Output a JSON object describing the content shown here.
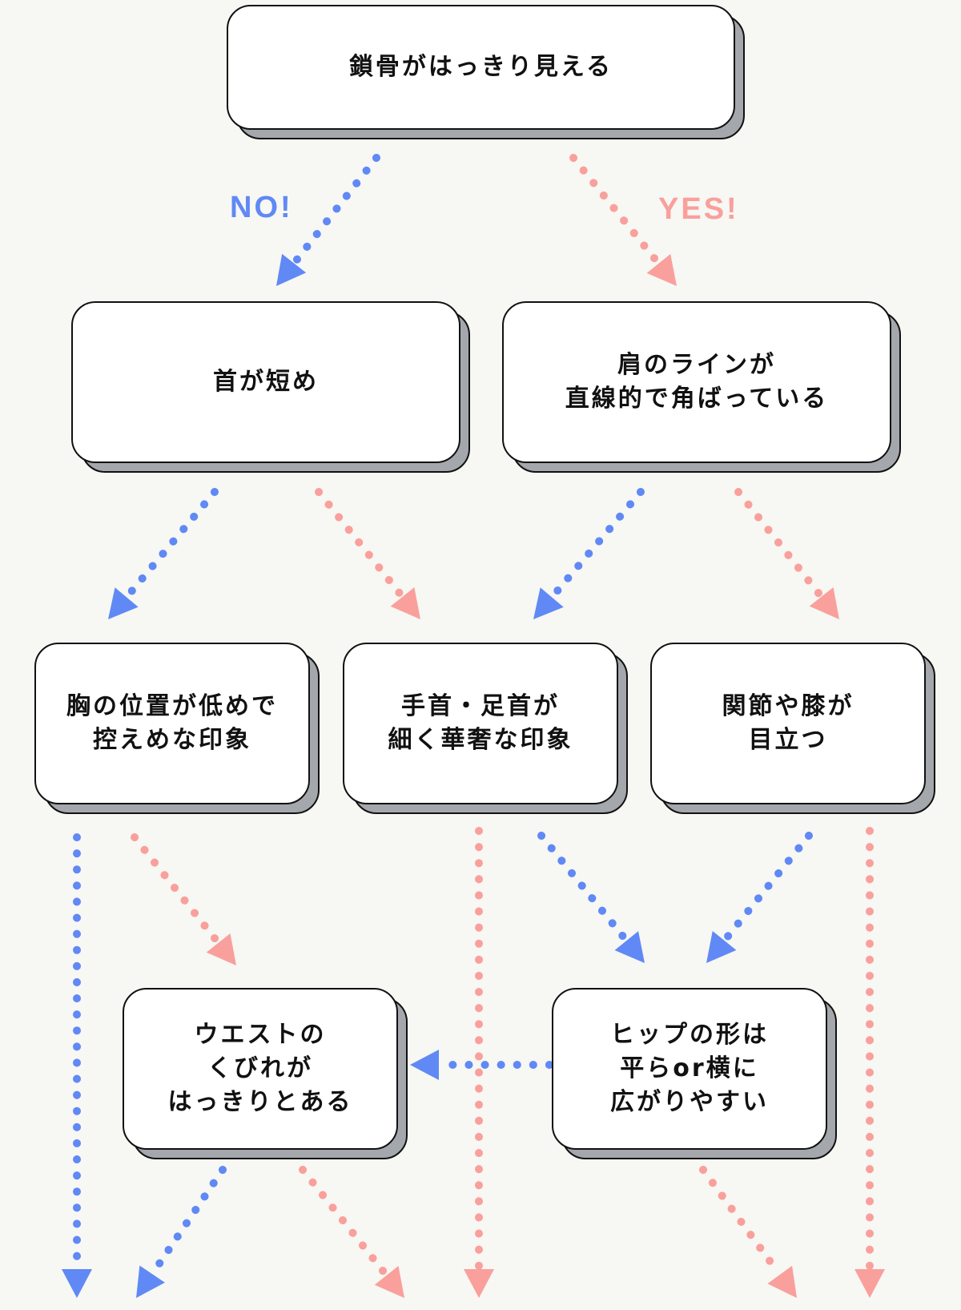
{
  "colors": {
    "no": "#6089f5",
    "yes": "#f9a09c"
  },
  "labels": {
    "no": "NO!",
    "yes": "YES!"
  },
  "nodes": {
    "n1": "鎖骨がはっきり見える",
    "n2": "首が短め",
    "n3": "肩のラインが\n直線的で角ばっている",
    "n4": "胸の位置が低めで\n控えめな印象",
    "n5": "手首・足首が\n細く華奢な印象",
    "n6": "関節や膝が\n目立つ",
    "n7": "ウエストの\nくびれが\nはっきりとある",
    "n8": "ヒップの形は\n平らor横に\n広がりやすい"
  }
}
